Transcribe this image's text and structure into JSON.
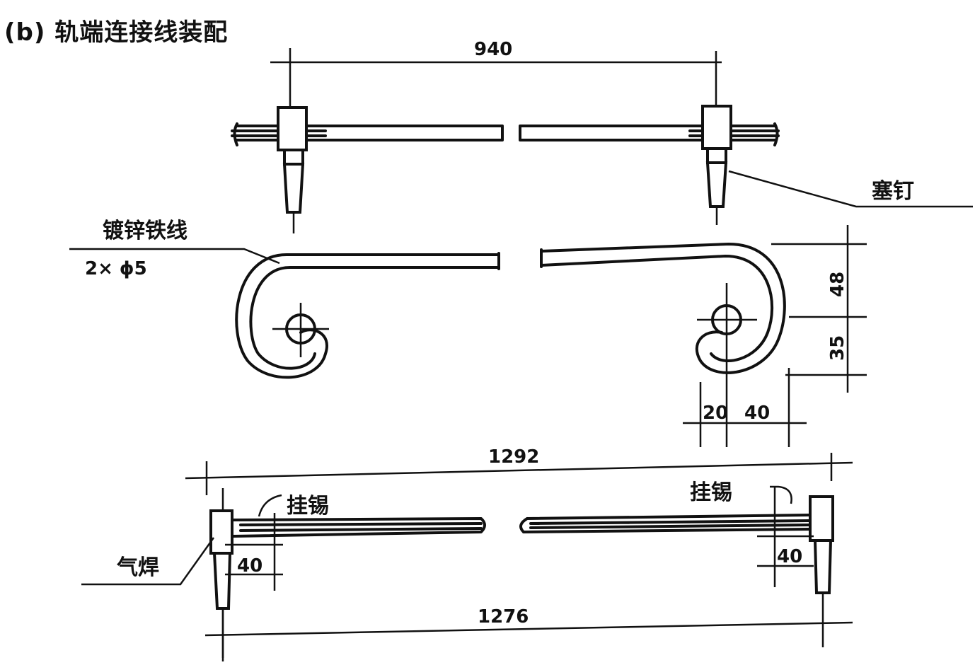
{
  "figure": {
    "title": "(b) 轨端连接线装配"
  },
  "top_view": {
    "dimension_940": "940",
    "label_plug_nail": "塞钉"
  },
  "middle_view": {
    "label_wire": "镀锌铁线",
    "label_wire_spec": "2× ϕ5",
    "dimension_48": "48",
    "dimension_35": "35",
    "dimension_20": "20",
    "dimension_40": "40"
  },
  "bottom_view": {
    "dimension_1292": "1292",
    "dimension_1276": "1276",
    "label_tin_left": "挂锡",
    "label_tin_right": "挂锡",
    "label_gas_weld": "气焊",
    "dimension_40_left": "40",
    "dimension_40_right": "40"
  }
}
